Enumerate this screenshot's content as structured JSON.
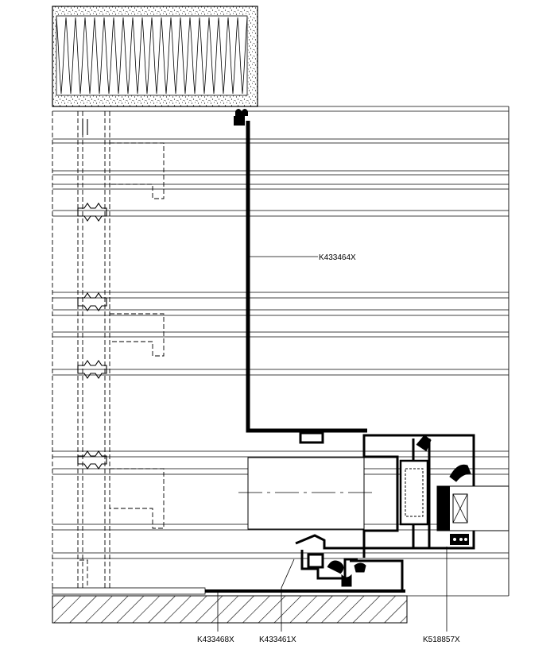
{
  "drawing": {
    "type": "architectural section detail",
    "labels": {
      "top_profile": "K433464X",
      "bottom_left": "K433468X",
      "bottom_middle": "K433461X",
      "bottom_right": "K518857X"
    },
    "colors": {
      "line": "#000000",
      "profile": "#000000",
      "background": "#ffffff"
    }
  }
}
